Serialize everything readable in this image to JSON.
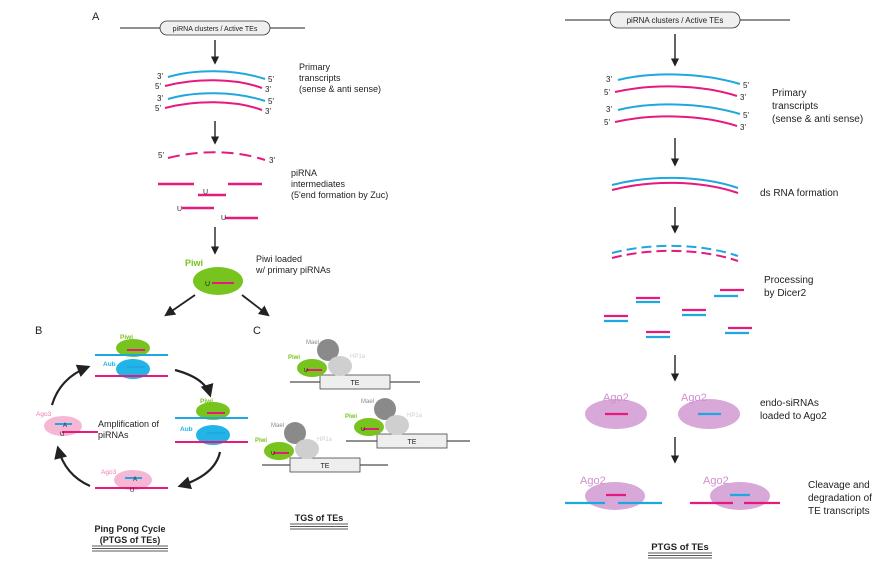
{
  "colors": {
    "magenta": "#e6197d",
    "cyan": "#1ea8df",
    "green": "#78c41e",
    "blue_ellipse": "#22b4e6",
    "pink": "#f6b7d4",
    "pink_text": "#f07ab0",
    "purple": "#d7a8d8",
    "purple_text": "#cf8fcf",
    "gray_dark": "#8a8a8a",
    "gray_light": "#cfcfcf",
    "te_box": "#eeeeee"
  },
  "left": {
    "panel_a": "A",
    "panel_b": "B",
    "panel_c": "C",
    "cluster_label": "piRNA clusters / Active TEs",
    "primary_line1": "Primary",
    "primary_line2": "transcripts",
    "primary_line3": "(sense & anti sense)",
    "end3": "3'",
    "end5": "5'",
    "inter_line1": "piRNA",
    "inter_line2": "intermediates",
    "inter_line3": "(5'end formation by Zuc)",
    "u": "U",
    "piwi_label": "Piwi",
    "piwi_loaded1": "Piwi loaded",
    "piwi_loaded2": "w/ primary piRNAs",
    "ago3": "Ago3",
    "aub": "Aub",
    "amplification1": "Amplification of",
    "amplification2": "piRNAs",
    "a_letter": "A",
    "pingpong1": "Ping Pong Cycle",
    "pingpong2": "(PTGS of TEs)",
    "mael": "Mael",
    "hp1a": "HP1a",
    "te": "TE",
    "tgs": "TGS of TEs"
  },
  "right": {
    "cluster_label": "piRNA clusters / Active TEs",
    "primary_line1": "Primary",
    "primary_line2": "transcripts",
    "primary_line3": "(sense & anti sense)",
    "dsrna": "ds RNA formation",
    "processing1": "Processing",
    "processing2": "by Dicer2",
    "ago2": "Ago2",
    "endo1": "endo-siRNAs",
    "endo2": "loaded to Ago2",
    "cleavage1": "Cleavage and",
    "cleavage2": "degradation of",
    "cleavage3": "TE transcripts",
    "ptgs": "PTGS of TEs"
  }
}
